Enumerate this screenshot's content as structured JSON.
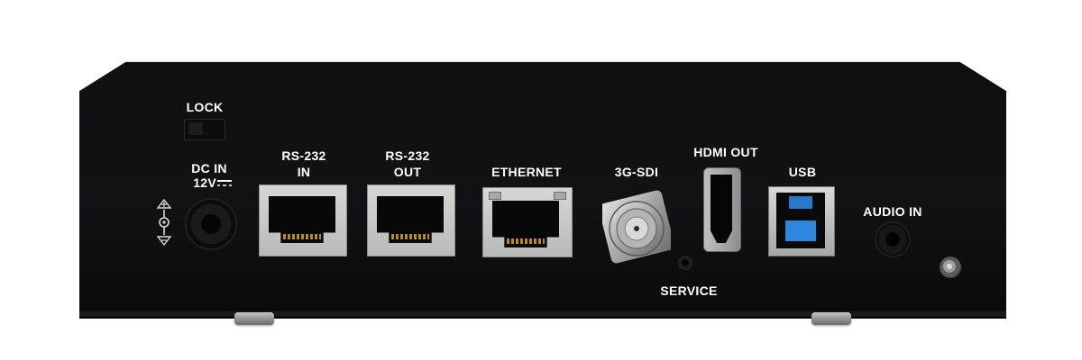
{
  "labels": {
    "lock": "LOCK",
    "dc_in_line1": "DC  IN",
    "dc_in_line2": "12V",
    "rs232_in_line1": "RS-232",
    "rs232_in_line2": "IN",
    "rs232_out_line1": "RS-232",
    "rs232_out_line2": "OUT",
    "ethernet": "ETHERNET",
    "sdi": "3G-SDI",
    "hdmi_out": "HDMI OUT",
    "usb": "USB",
    "audio_in": "AUDIO IN",
    "service": "SERVICE"
  },
  "colors": {
    "chassis": "#111113",
    "label_text": "#ffffff",
    "usb_blue": "#2f86dd",
    "port_metal": "#c4c4c4"
  },
  "icons": {
    "dc_symbol": "dc-symbol-icon",
    "polarity": "polarity-icon"
  }
}
